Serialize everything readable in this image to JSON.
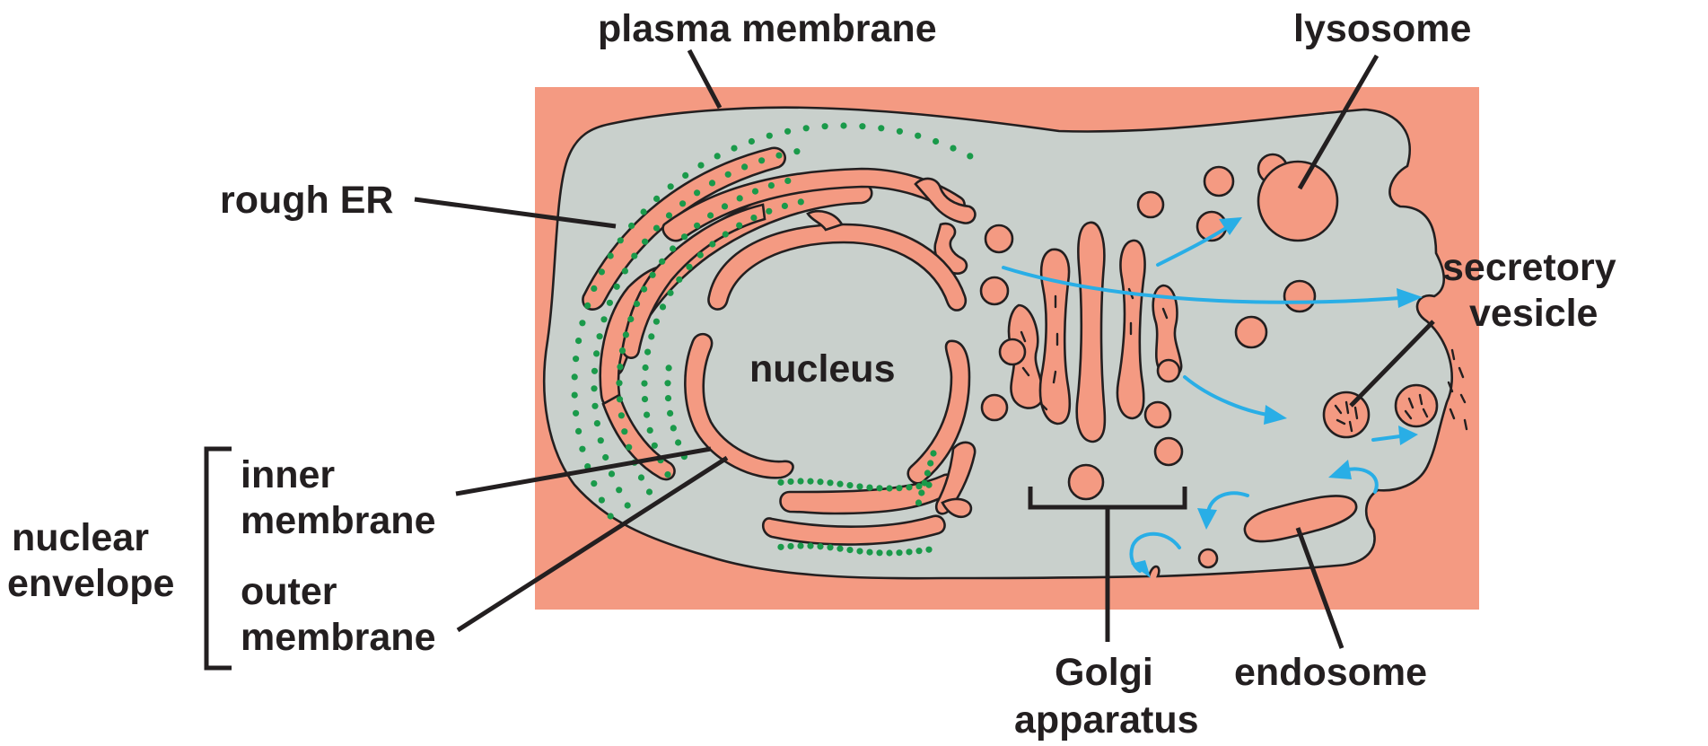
{
  "colors": {
    "cytoplasm": "#c9d0cc",
    "organelle": "#f49a82",
    "extracellular": "#f49a82",
    "ribosome": "#1a9a4a",
    "arrow": "#29aee6",
    "outline": "#231f20"
  },
  "labels": {
    "plasma_membrane": "plasma membrane",
    "lysosome": "lysosome",
    "rough_er": "rough ER",
    "secretory_vesicle_1": "secretory",
    "secretory_vesicle_2": "vesicle",
    "nucleus": "nucleus",
    "inner_membrane_1": "inner",
    "inner_membrane_2": "membrane",
    "nuclear_envelope_1": "nuclear",
    "nuclear_envelope_2": "envelope",
    "outer_membrane_1": "outer",
    "outer_membrane_2": "membrane",
    "golgi_1": "Golgi",
    "golgi_2": "apparatus",
    "endosome": "endosome"
  }
}
